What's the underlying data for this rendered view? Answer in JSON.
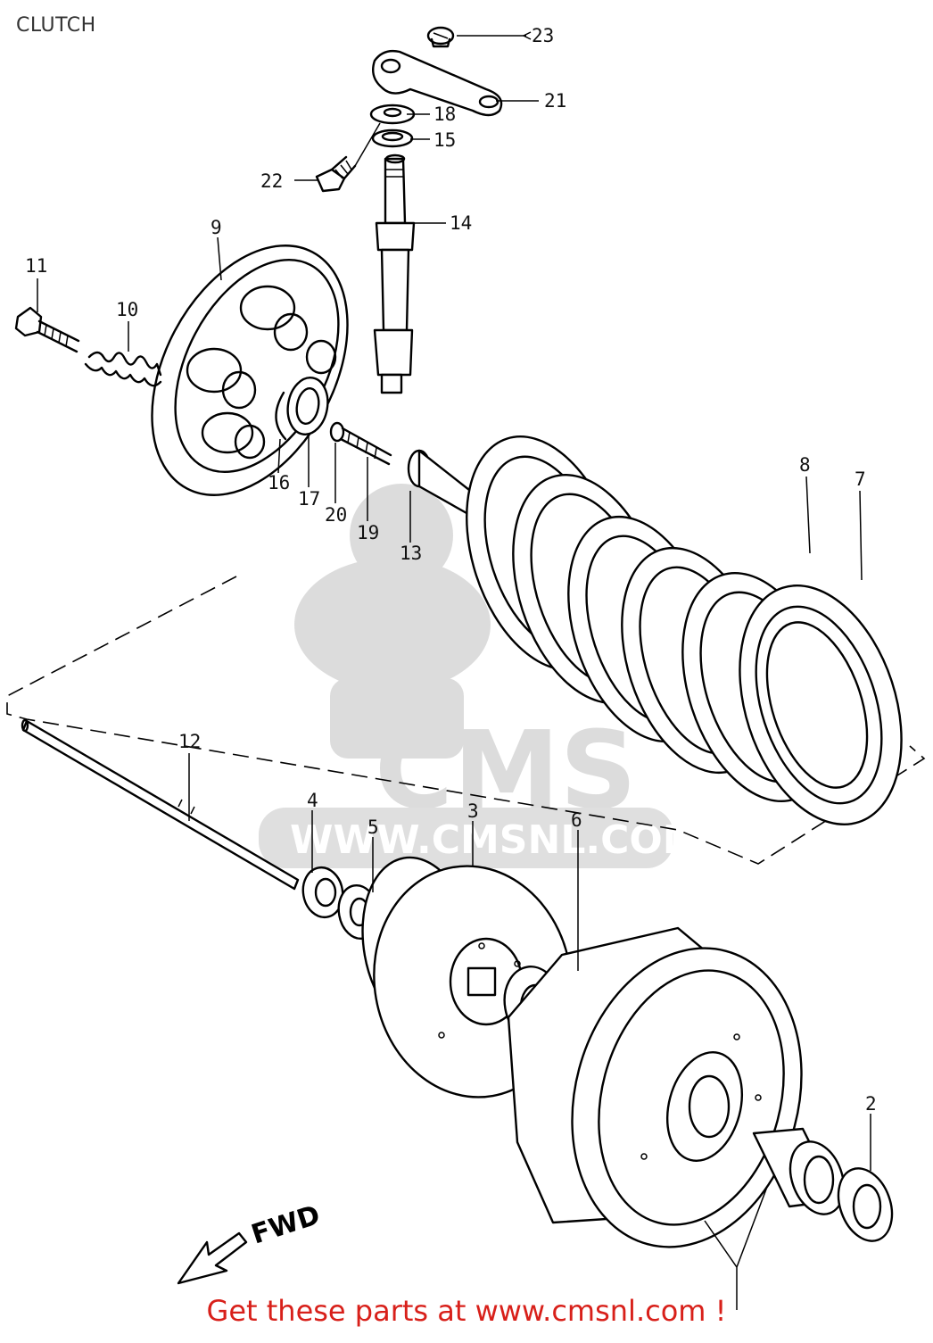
{
  "header": {
    "title": "CLUTCH"
  },
  "footer": {
    "cta": "Get these parts at www.cmsnl.com !"
  },
  "watermark": {
    "brand": "CMS",
    "url": "WWW.CMSNL.COM"
  },
  "diagram": {
    "direction_label": "FWD",
    "callouts": {
      "p2": "2",
      "p3": "3",
      "p4": "4",
      "p5": "5",
      "p6": "6",
      "p7": "7",
      "p8": "8",
      "p9": "9",
      "p10": "10",
      "p11": "11",
      "p12": "12",
      "p13": "13",
      "p14": "14",
      "p15": "15",
      "p16": "16",
      "p17": "17",
      "p18": "18",
      "p19": "19",
      "p20": "20",
      "p21": "21",
      "p22": "22",
      "p23": "23"
    }
  },
  "colors": {
    "cta": "#d8201a",
    "line": "#000000",
    "watermark": "#d9d9d9"
  }
}
